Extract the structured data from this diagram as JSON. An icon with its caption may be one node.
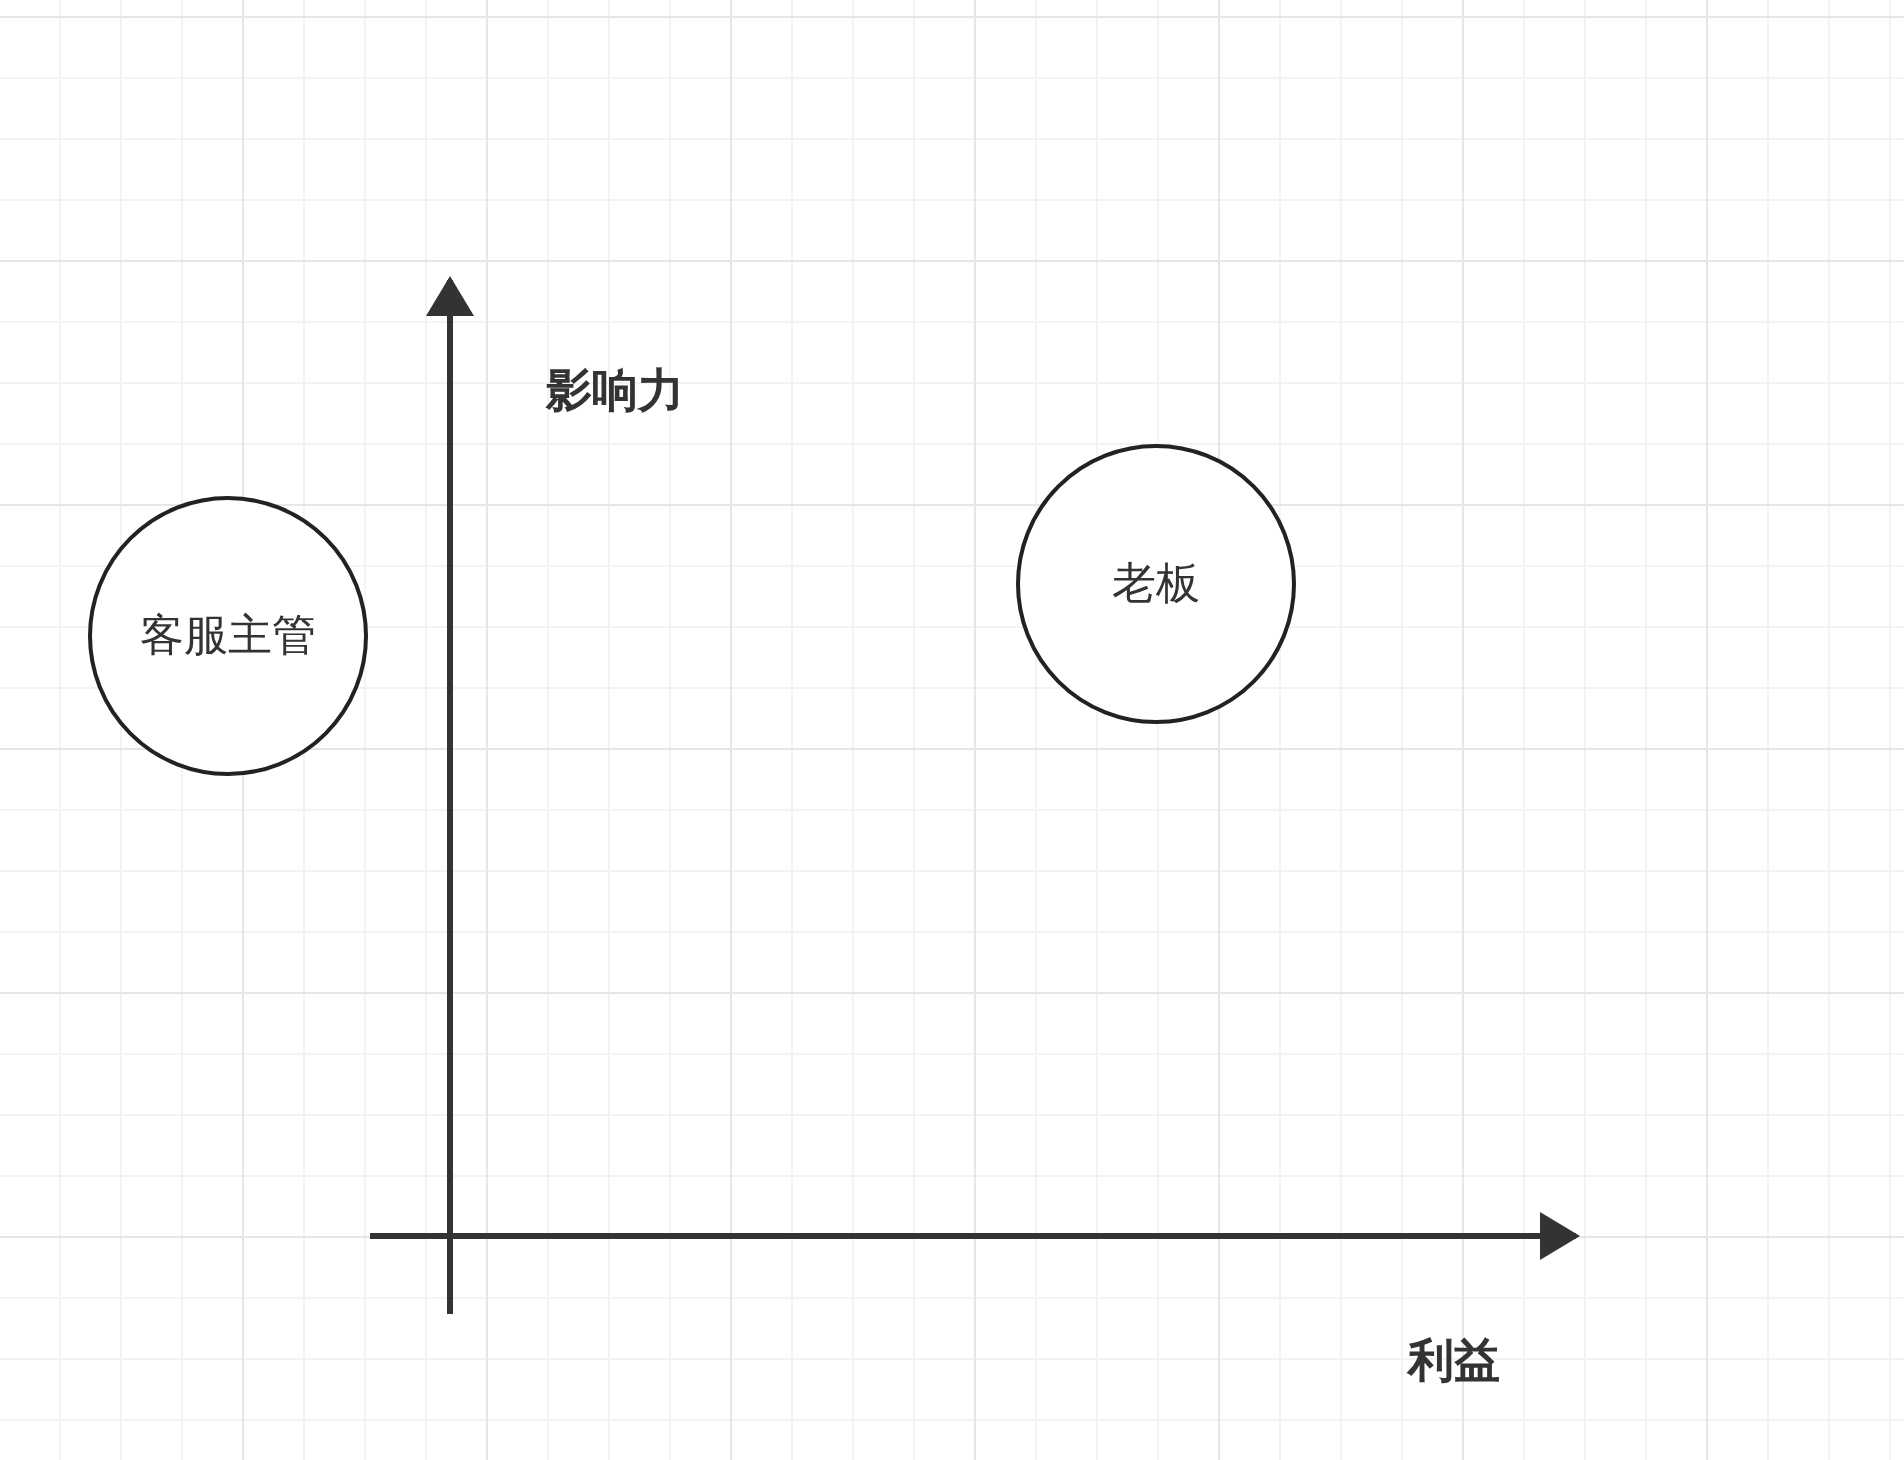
{
  "diagram": {
    "nodes": [
      {
        "text": [
          "客服主管"
        ]
      },
      {
        "text": [
          "老板"
        ]
      }
    ],
    "labels": [
      "影响力",
      "利益"
    ]
  }
}
